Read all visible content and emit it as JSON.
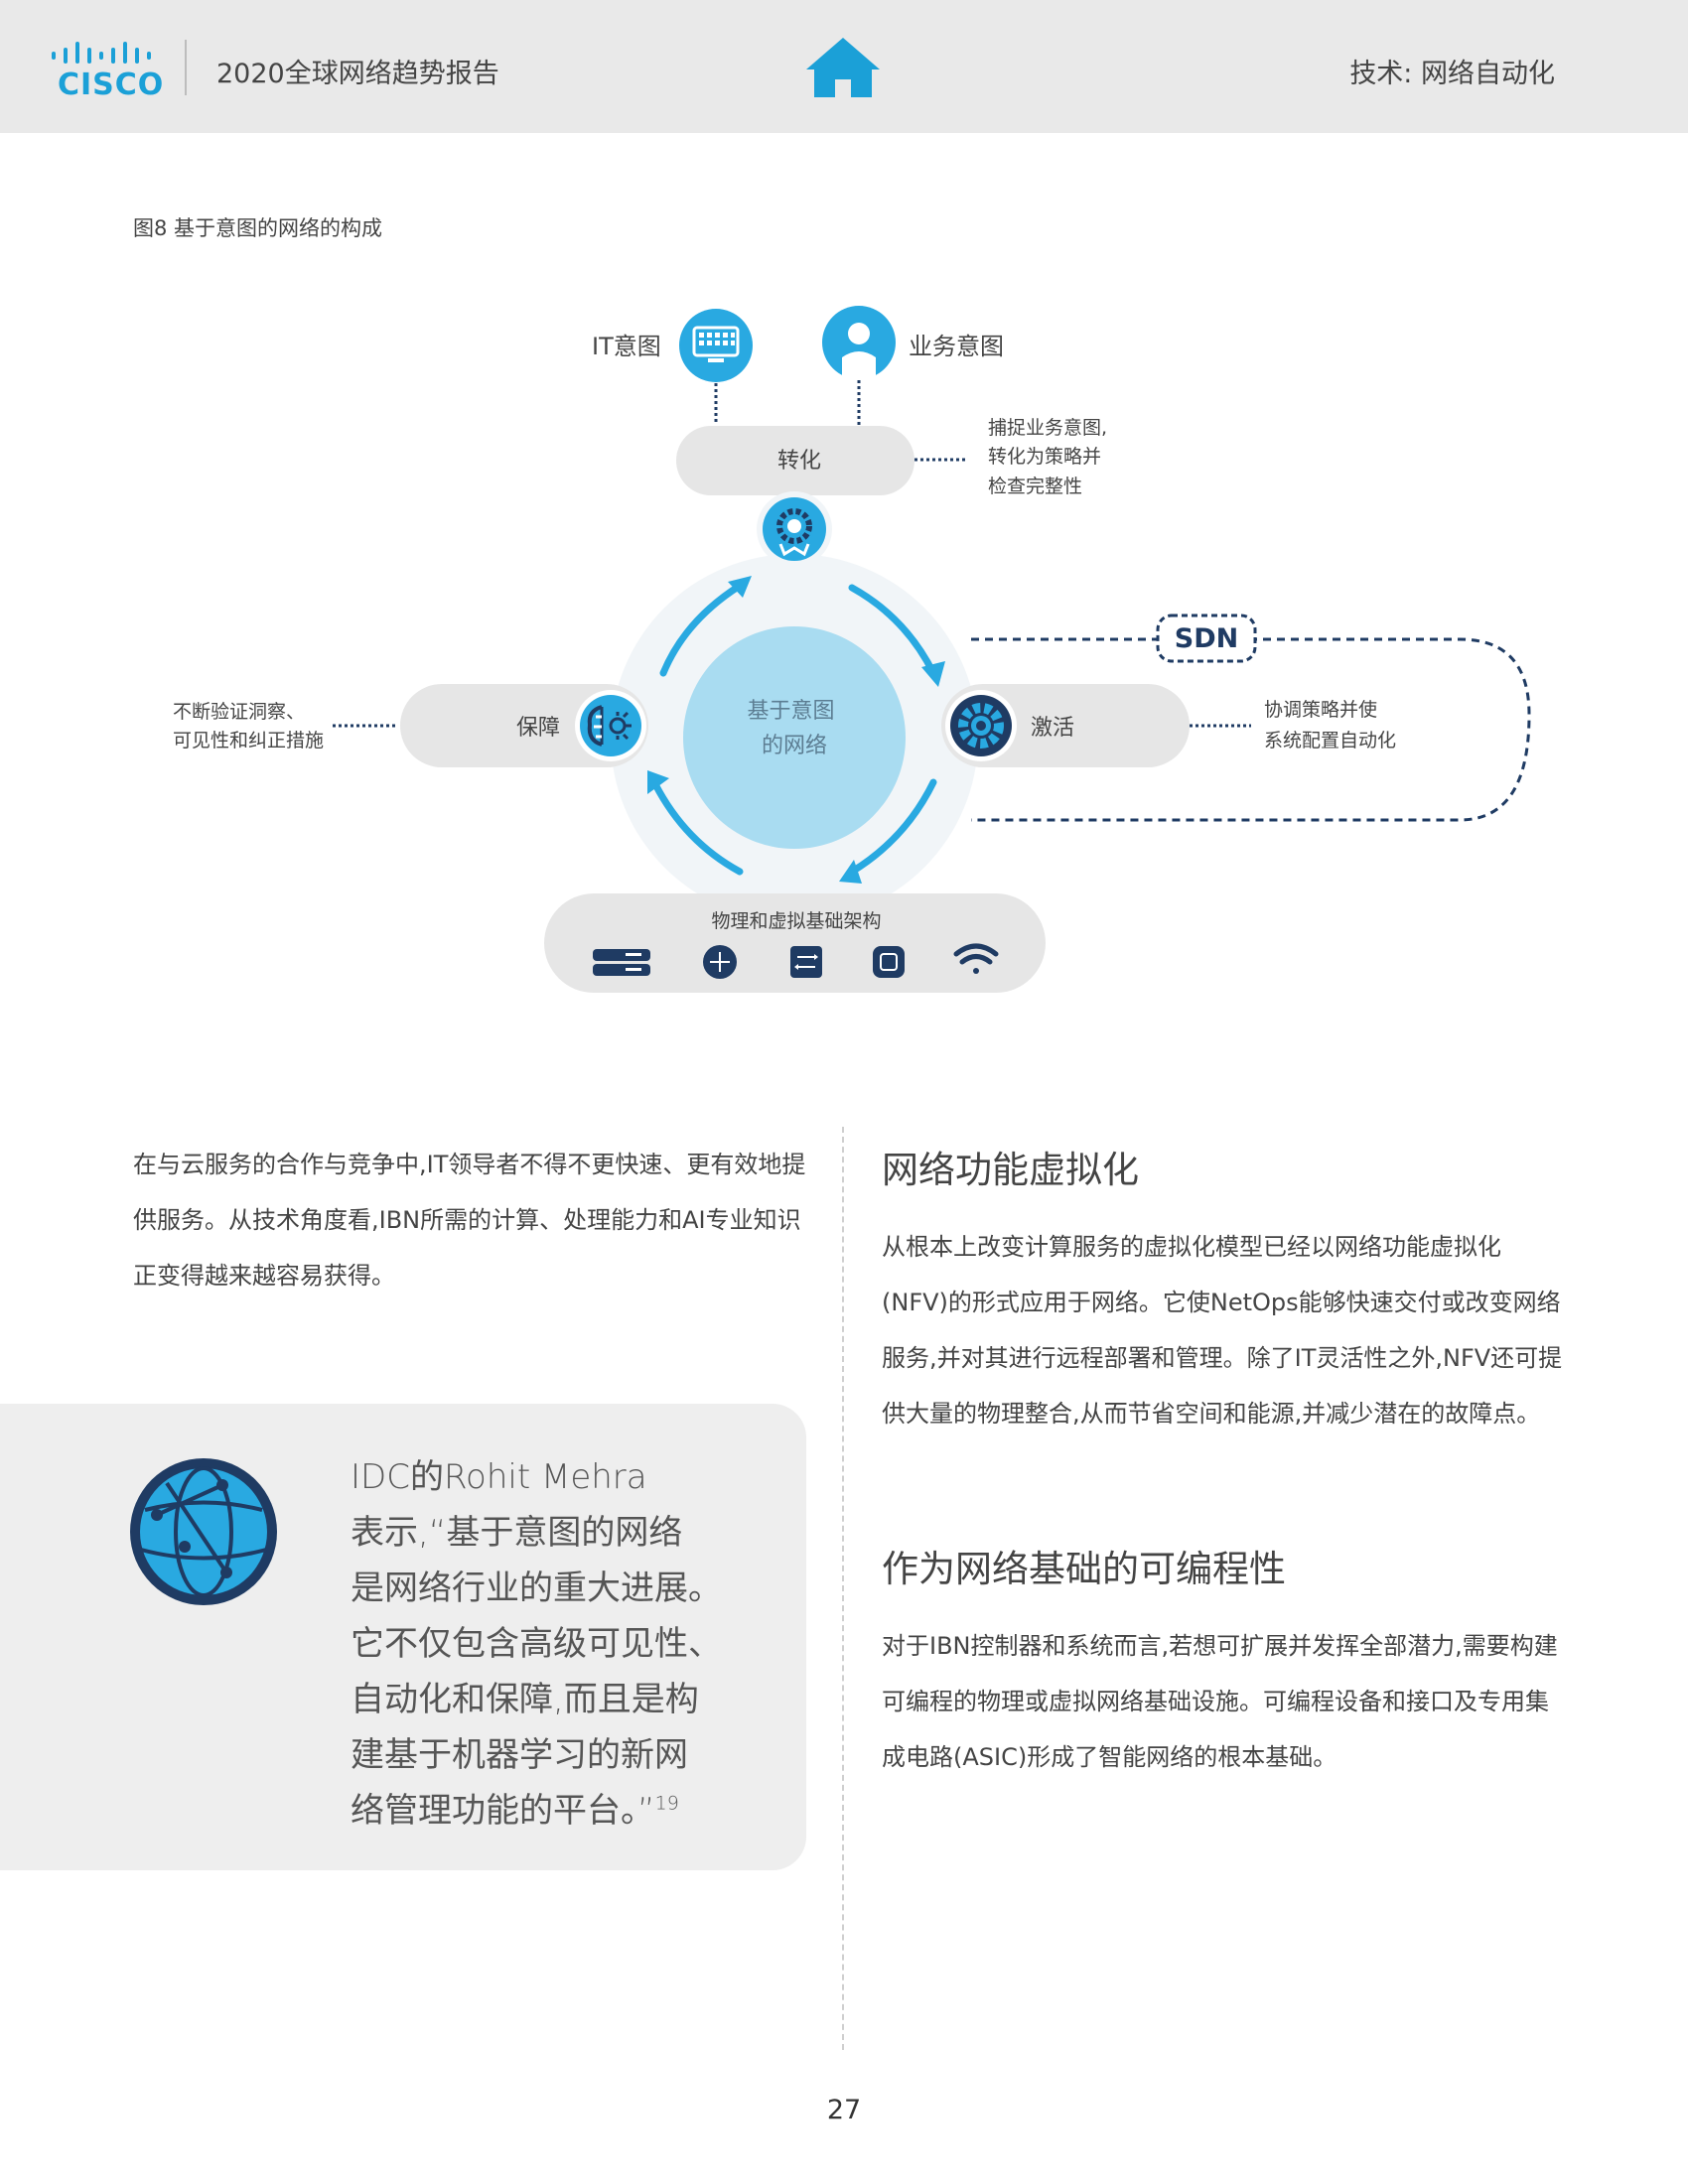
{
  "header": {
    "logo_text": "CISCO",
    "report_title": "2020全球网络趋势报告",
    "section": "技术: 网络自动化",
    "home_icon": "home-icon",
    "colors": {
      "brand": "#1ba0d7",
      "header_bg": "#e9e9e9"
    }
  },
  "figure": {
    "caption": "图8   基于意图的网络的构成",
    "it_intent": "IT意图",
    "business_intent": "业务意图",
    "translate": "转化",
    "translate_note": [
      "捕捉业务意图,",
      "转化为策略并",
      "检查完整性"
    ],
    "center": [
      "基于意图",
      "的网络"
    ],
    "assurance": "保障",
    "assurance_note": [
      "不断验证洞察、",
      "可见性和纠正措施"
    ],
    "activation": "激活",
    "activation_note": [
      "协调策略并使",
      "系统配置自动化"
    ],
    "sdn": "SDN",
    "infrastructure": "物理和虚拟基础架构",
    "colors": {
      "accent": "#29a9e1",
      "navy": "#1f3b63",
      "pill": "#e6e6e6",
      "center": "#a9dcf1"
    }
  },
  "left": {
    "intro": "在与云服务的合作与竞争中,IT领导者不得不更快速、更有效地提供服务。从技术角度看,IBN所需的计算、处理能力和AI专业知识正变得越来越容易获得。",
    "quote_lines": [
      "IDC的Rohit Mehra",
      "表示,“基于意图的网络",
      "是网络行业的重大进展。",
      "它不仅包含高级可见性、",
      "自动化和保障,而且是构",
      "建基于机器学习的新网",
      "络管理功能的平台。”"
    ],
    "quote_footnote": "19"
  },
  "right": {
    "nfv_heading": "网络功能虚拟化",
    "nfv_text": "从根本上改变计算服务的虚拟化模型已经以网络功能虚拟化(NFV)的形式应用于网络。它使NetOps能够快速交付或改变网络服务,并对其进行远程部署和管理。除了IT灵活性之外,NFV还可提供大量的物理整合,从而节省空间和能源,并减少潜在的故障点。",
    "prog_heading": "作为网络基础的可编程性",
    "prog_text": "对于IBN控制器和系统而言,若想可扩展并发挥全部潜力,需要构建可编程的物理或虚拟网络基础设施。可编程设备和接口及专用集成电路(ASIC)形成了智能网络的根本基础。"
  },
  "page_number": "27"
}
